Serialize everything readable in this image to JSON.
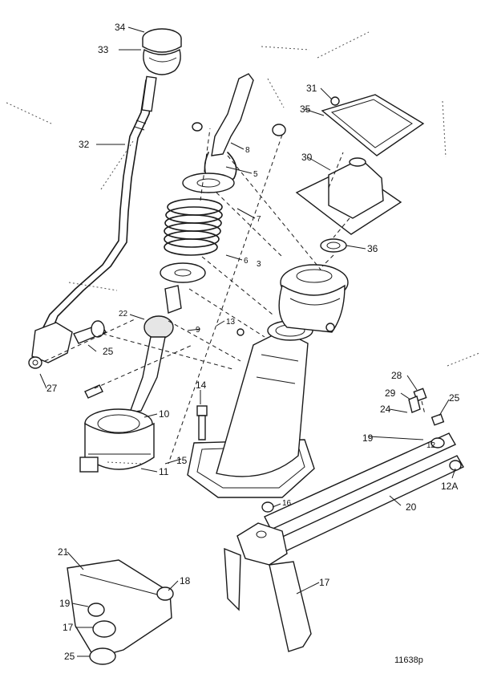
{
  "diagram": {
    "reference": "11638p",
    "callouts": {
      "c34": "34",
      "c33": "33",
      "c32": "32",
      "c22": "22",
      "c25": "25",
      "c27": "27",
      "c8": "8",
      "c5": "5",
      "c7": "7",
      "c6": "6",
      "c3": "3",
      "c9": "9",
      "c13": "13",
      "c10": "10",
      "c11": "11",
      "c14": "14",
      "c15": "15",
      "c16": "16",
      "c31": "31",
      "c30": "30",
      "c35": "35",
      "c36": "36",
      "c28": "28",
      "c29": "29",
      "c24": "24",
      "c25b": "25",
      "c19": "19",
      "c20": "20",
      "c12": "12",
      "c12a": "12A",
      "c17": "17",
      "c21": "21",
      "c18": "18",
      "c19b": "19",
      "c25c": "25"
    }
  }
}
